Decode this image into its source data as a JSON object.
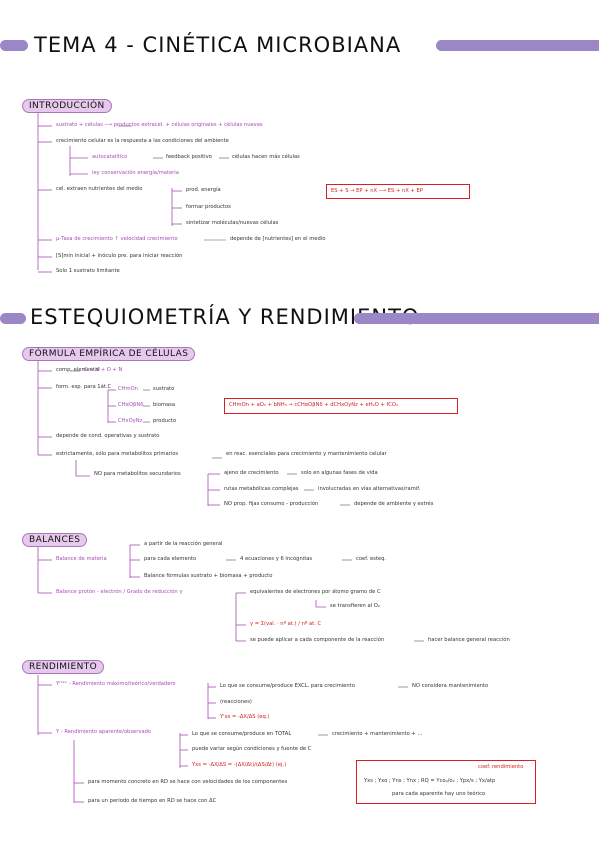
{
  "section1": {
    "title": "TEMA 4 - CINÉTICA MICROBIANA",
    "heading": "INTRODUCCIÓN",
    "l1": "sustrato + células ⟶ productos extracel. + células originales + células nuevas",
    "l2": "crecimiento celular es la respuesta a las condiciones del ambiente",
    "l3": "autocatalítico",
    "l3b": "feedback positivo",
    "l3c": "células hacen más células",
    "l4": "ley conservación energía/materia",
    "l5": "cel. extraen nutrientes del medio",
    "l5a": "prod. energía",
    "l5b": "formar productos",
    "l5c": "sintetizar moléculas/nuevas células",
    "eq": "ES + S → EP + nX ⟶ ES + nX + EP",
    "l6": "μ-Tasa de crecimiento ↑ velocidad crecimiento",
    "l6b": "depende de [nutrientes] en el medio",
    "l7": "[S]min inicial + inóculo pre. para iniciar reacción",
    "l8": "Solo 1 sustrato limitante"
  },
  "section2": {
    "title": "ESTEQUIOMETRÍA Y RENDIMIENTO",
    "heading": "FÓRMULA EMPÍRICA DE CÉLULAS",
    "a1": "comp. elemental",
    "a1b": "C + H + O + N",
    "a2": "form. esp. para 1át.C",
    "a2a": "CHmOn",
    "a2a_lab": "sustrato",
    "a2b": "CHαOβNδ",
    "a2b_lab": "biomasa",
    "a2c": "CHxOyNz",
    "a2c_lab": "producto",
    "eq": "CHmOn + aO₂ + bNH₃ → cCHαOβNδ + dCHxOyNz + eH₂O + fCO₂",
    "a3": "depende de cond. operativas y sustrato",
    "a4": "estrictamente, sólo para metabolitos primarios",
    "a4b": "en reac. esenciales para crecimiento y mantenimiento celular",
    "a5": "NO para metabolitos secundarios",
    "a5a": "ajeno de crecimiento",
    "a5a2": "solo en algunas fases de vida",
    "a5b": "rutas metabólicas complejas",
    "a5b2": "involucradas en vías alternativas/ramif.",
    "a5c": "NO prop. fijas consumo - producción",
    "a5c2": "depende de ambiente y estrés"
  },
  "balances": {
    "heading": "BALANCES",
    "b1": "Balance de materia",
    "b1a": "a partir de la reacción general",
    "b1b": "para cada elemento",
    "b1b2": "4 ecuaciones y 6 incógnitas",
    "b1b3": "coef. esteq.",
    "b1c": "Balance fórmulas sustrato + biomasa + producto",
    "b2": "Balance protón - electrón / Grado de reducción γ",
    "b2a": "equivalentes de electrones por átomo gramo de C",
    "b2a2": "se transfieren al O₂",
    "b2b": "γ = Σ(val. · nº at.) / nº at. C",
    "b2c": "se puede aplicar a cada componente de la reacción",
    "b2c2": "hacer balance general reacción"
  },
  "rendimiento": {
    "heading": "RENDIMIENTO",
    "r1": "Yᵗʰᵉᵒ - Rendimiento máximo/teórico/verdadero",
    "r1a": "Lo que se consume/produce EXCL. para crecimiento",
    "r1a2": "NO considera mantenimiento",
    "r1b": "(reacciones)",
    "r1c": "Y'xs = -ΔX/ΔS (eq.)",
    "r2": "Y - Rendimiento aparente/observado",
    "r2a": "Lo que se consume/produce en TOTAL",
    "r2a2": "crecimiento + mantenimiento + ...",
    "r2b": "puede variar según condiciones y fuente de C",
    "r2c": "Yxs = -ΔX/ΔS = -(ΔX/Δt)/(ΔS/Δt) (ej.)",
    "r3": "para momento concreto en RD se hace con velocidades de los componentes",
    "r4": "para un periodo de tiempo en RD se hace con ΔC",
    "box_top": "coef. rendimiento",
    "box_l1": "Yxs ; Yxo ; Yns ; Ynx ; RQ = Yco₂/o₂ ; Ypx/s ; Yx/atp",
    "box_l2": "para cada aparente hay uno teórico"
  },
  "colors": {
    "accent": "#9b86c6",
    "highlight": "#e6c9ec",
    "purple_text": "#a74bb6",
    "red": "#d82020"
  }
}
